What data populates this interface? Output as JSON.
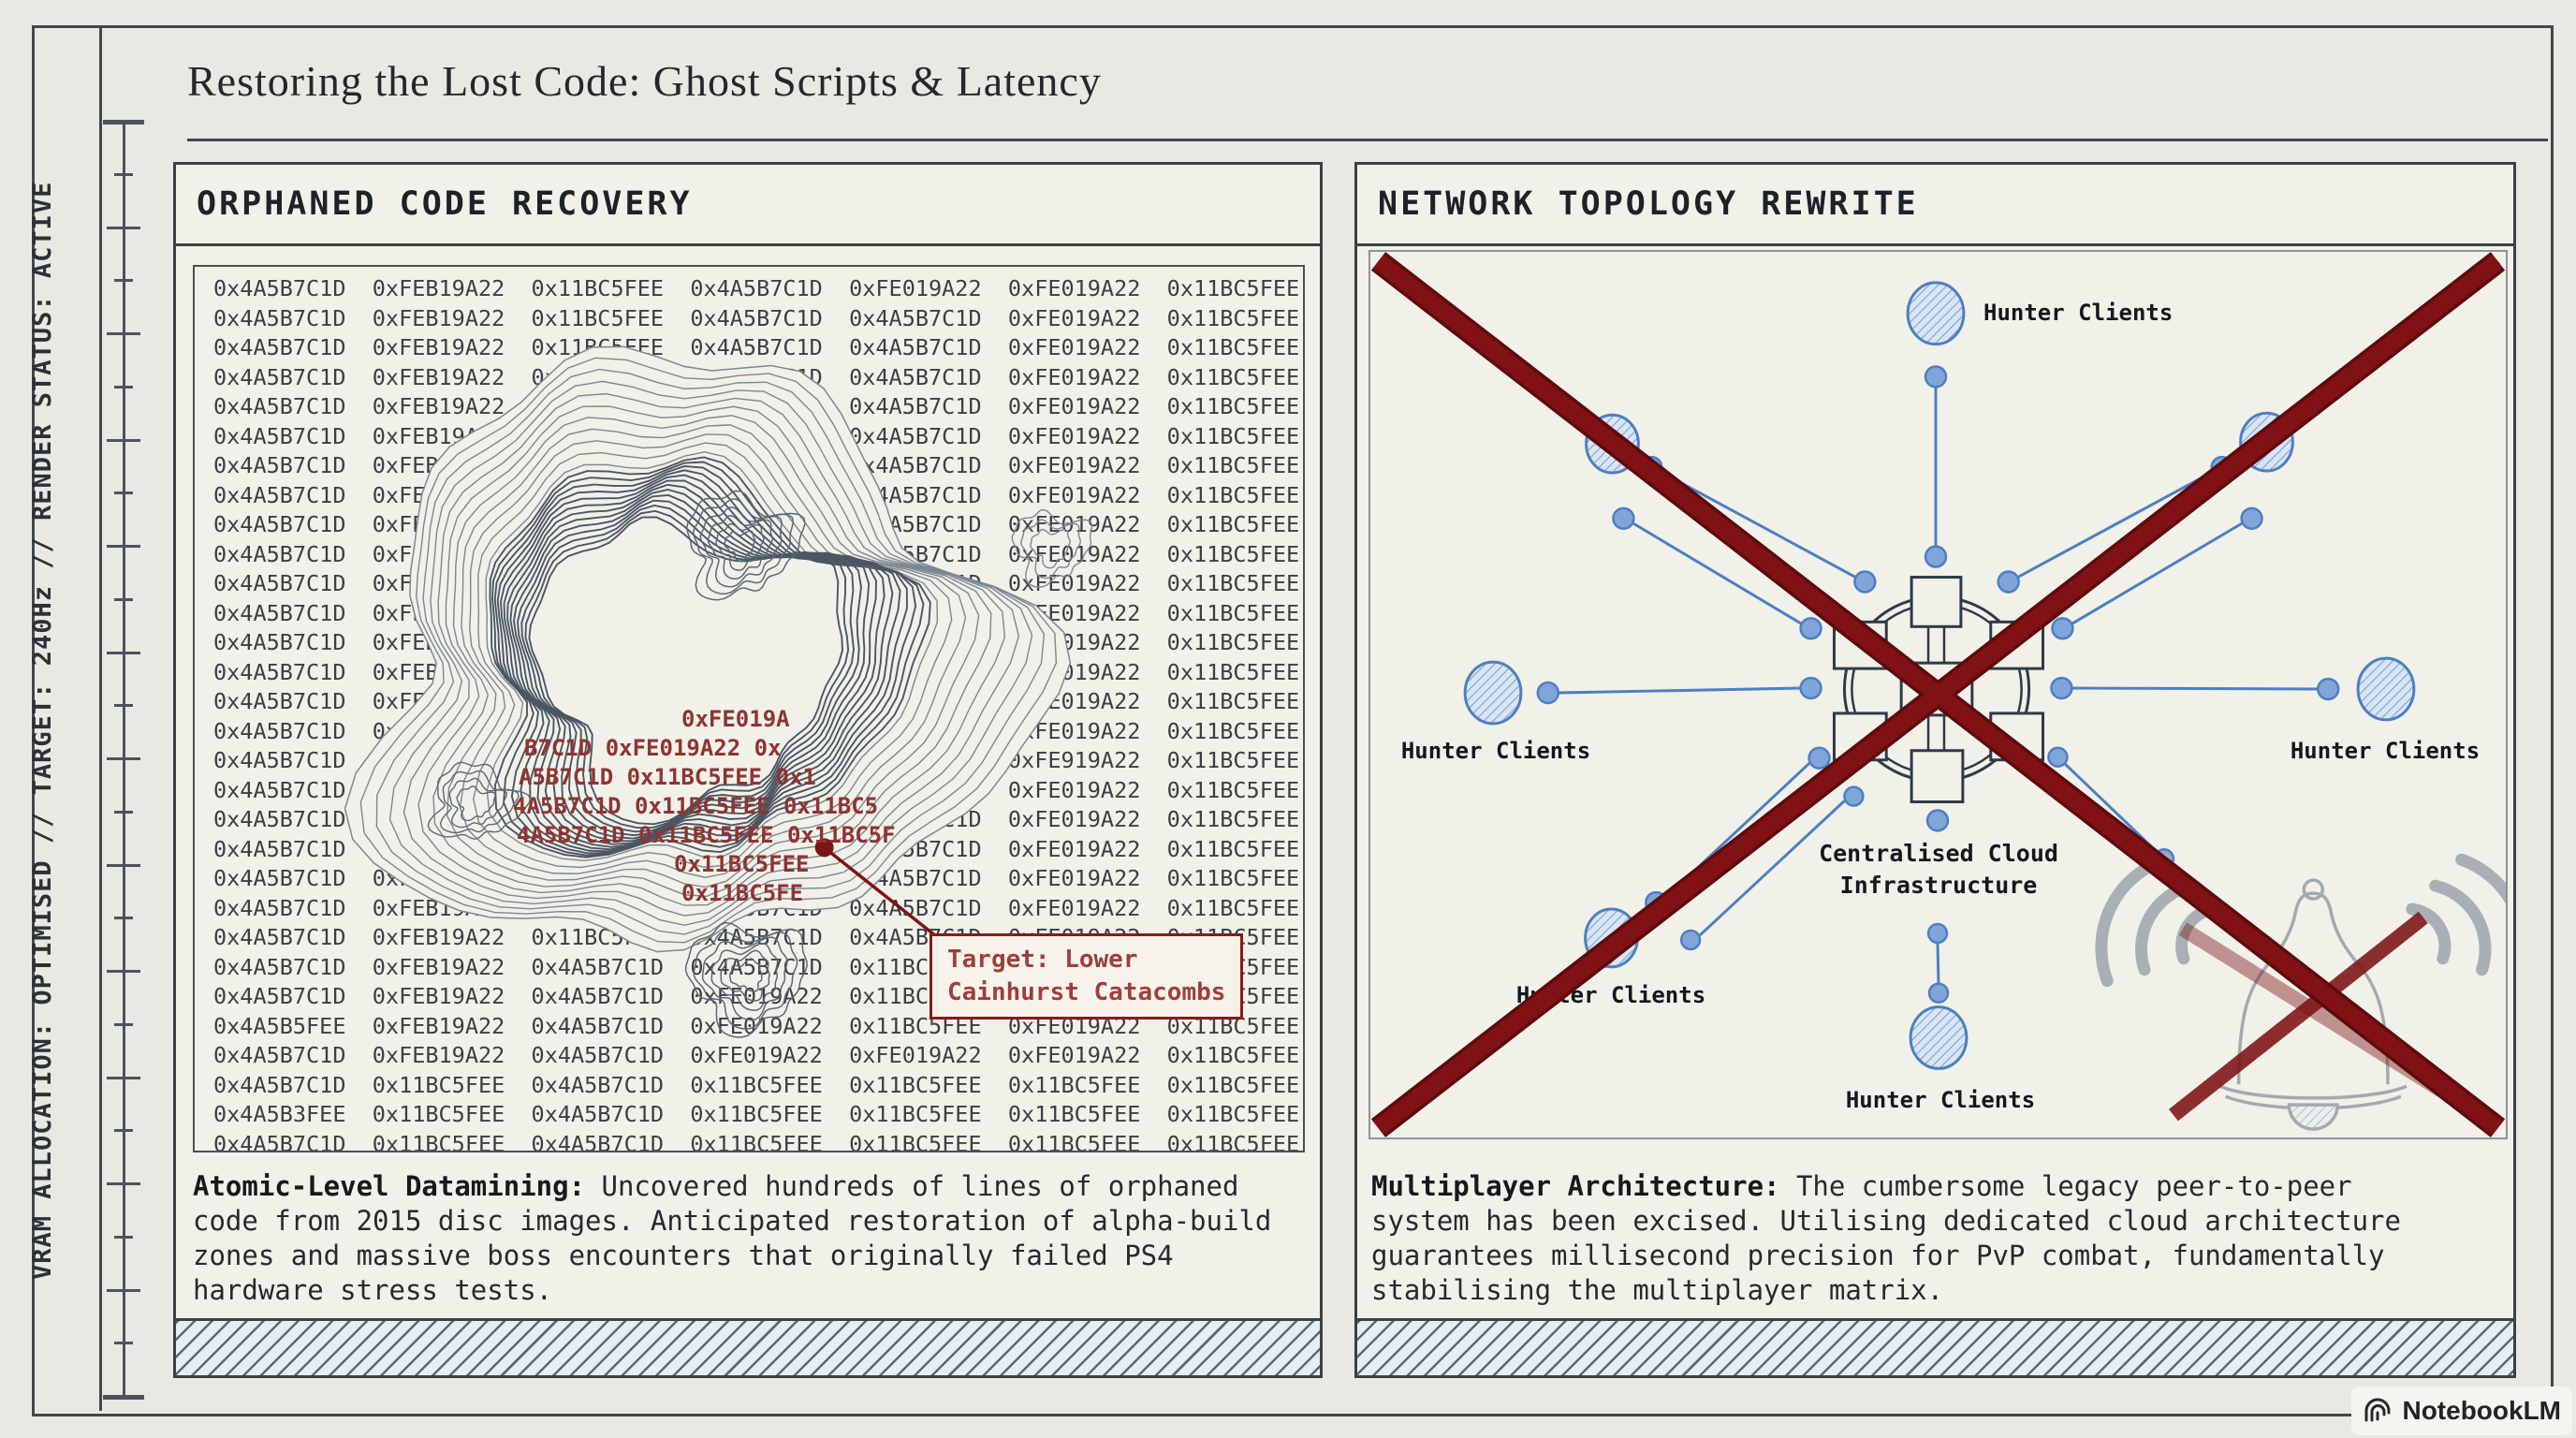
{
  "title": "Restoring the Lost Code: Ghost Scripts & Latency",
  "frame": {
    "vertical_text": "VRAM ALLOCATION: OPTIMISED // TARGET: 240Hz // RENDER STATUS: ACTIVE",
    "brand": "NotebookLM"
  },
  "left_panel": {
    "header": "ORPHANED CODE RECOVERY",
    "hex_rows": [
      "0x4A5B7C1D  0xFEB19A22  0x11BC5FEE  0x4A5B7C1D  0xFE019A22  0xFE019A22  0x11BC5FEE",
      "0x4A5B7C1D  0xFEB19A22  0x11BC5FEE  0x4A5B7C1D  0x4A5B7C1D  0xFE019A22  0x11BC5FEE",
      "0x4A5B7C1D  0xFEB19A22  0x11BC5FEE  0x4A5B7C1D  0x4A5B7C1D  0xFE019A22  0x11BC5FEE",
      "0x4A5B7C1D  0xFEB19A22  0x11BC5FEE  0x4A5B7C1D  0x4A5B7C1D  0xFE019A22  0x11BC5FEE",
      "0x4A5B7C1D  0xFEB19A22  0x11BC5FEE  0x4A5B7C1D  0x4A5B7C1D  0xFE019A22  0x11BC5FEE",
      "0x4A5B7C1D  0xFEB19A22  0x11BC5FEE  0x4A5B7C1D  0x4A5B7C1D  0xFE019A22  0x11BC5FEE",
      "0x4A5B7C1D  0xFEB19A22  0x11BC5FEE  0x4A5B7C1D  0x4A5B7C1D  0xFE019A22  0x11BC5FEE",
      "0x4A5B7C1D  0xFEB19A22  0x11BC5FEE  0x4A5B7C1D  0x4A5B7C1D  0xFE019A22  0x11BC5FEE",
      "0x4A5B7C1D  0xFEB19A22  0x11BC5FEE  0x4A5B7C1D  0x4A5B7C1D  0xFE019A22  0x11BC5FEE",
      "0x4A5B7C1D  0xFEB19A22  0x11BC5FEE  0x4A5B7C1D  0x4A5B7C1D  0xFE019A22  0x11BC5FEE",
      "0x4A5B7C1D  0xFEB19A22  0x11BC5FEE  0x4A5B7C1D  0x4A5B7C1D  0xFE019A22  0x11BC5FEE",
      "0x4A5B7C1D  0xFEB19A22  0x11BC5FEE  0x4A5B7C1D  0x4A5B7C1D  0xFE019A22  0x11BC5FEE",
      "0x4A5B7C1D  0xFEB19A22  0x11BC5FEE  0x4A5B7C1D  0x4A5B7C1D  0xFE019A22  0x11BC5FEE",
      "0x4A5B7C1D  0xFEB19A22  0x11BC5FEE  0x4A5B7C1D  0x4A5B7C1D  0xFE019A22  0x11BC5FEE",
      "0x4A5B7C1D  0xFEB19A22  0x11BC5FEE  0x4A5B7C1D  0x4A5B7C1D  0xFE019A22  0x11BC5FEE",
      "0x4A5B7C1D  0xFEB19A22  0x11BC5FEE  0x4A5B7C1D  0x4A5B7C1D  0xFE019A22  0x11BC5FEE",
      "0x4A5B7C1D  0xFEB19A22  0x11BC5FEE  0x4A5B7C1D  0x4A5B7C1D  0xFE919A22  0x11BC5FEE",
      "0x4A5B7C1D  0xFEB19A22  0x11BC5FEE  0x4A5B7C1D  0x4A5B7C1D  0xFE019A22  0x11BC5FEE",
      "0x4A5B7C1D  0xFEB19A22  0x11BC5FEE  0x4A5B7C1D  0x4A5B7C1D  0xFE019A22  0x11BC5FEE",
      "0x4A5B7C1D  0xFEB19A22  0x11BC5FEE  0x4A5B7C1D  0x4A5B7C1D  0xFE019A22  0x11BC5FEE",
      "0x4A5B7C1D  0xFEB19A22  0x11BC5FEE  0x4A5B7C1D  0x4A5B7C1D  0xFE019A22  0x11BC5FEE",
      "0x4A5B7C1D  0xFEB19A22  0x11BC5FEE  0x4A5B7C1D  0x4A5B7C1D  0xFE019A22  0x11BC5FEE",
      "0x4A5B7C1D  0xFEB19A22  0x11BC5FEE  0x4A5B7C1D  0x4A5B7C1D  0xFE019A22  0x11BC5FEE",
      "0x4A5B7C1D  0xFEB19A22  0x4A5B7C1D  0x4A5B7C1D  0x11BC5FEE  0xFE019A22  0x11BC5FEE",
      "0x4A5B7C1D  0xFEB19A22  0x4A5B7C1D  0xFE019A22  0x11BC5FEE  0xFE019A22  0x11BC5FEE",
      "0x4A5B5FEE  0xFEB19A22  0x4A5B7C1D  0xFE019A22  0x11BC5FEE  0xFE019A22  0x11BC5FEE",
      "0x4A5B7C1D  0xFEB19A22  0x4A5B7C1D  0xFE019A22  0xFE019A22  0xFE019A22  0x11BC5FEE",
      "0x4A5B7C1D  0x11BC5FEE  0x4A5B7C1D  0x11BC5FEE  0x11BC5FEE  0x11BC5FEE  0x11BC5FEE",
      "0x4A5B3FEE  0x11BC5FEE  0x4A5B7C1D  0x11BC5FEE  0x11BC5FEE  0x11BC5FEE  0x11BC5FEE",
      "0x4A5B7C1D  0x11BC5FEE  0x4A5B7C1D  0x11BC5FEE  0x11BC5FEE  0x11BC5FEE  0x11BC5FEE"
    ],
    "map": {
      "red_lines": [
        "0xFE019A",
        "B7C1D 0xFE019A22 0x",
        "A5B7C1D 0x11BC5FEE 0x1",
        "4A5B7C1D 0x11BC5FEE 0x11BC5",
        "4A5B7C1D 0x11BC5FEE 0x11BC5F",
        "0x11BC5FEE",
        "0x11BC5FE"
      ],
      "callout_line1": "Target: Lower",
      "callout_line2": "Cainhurst Catacombs"
    },
    "caption_lead": "Atomic-Level Datamining:",
    "caption_body": " Uncovered hundreds of lines of orphaned code from 2015 disc images. Anticipated restoration of alpha-build zones and massive boss encounters that originally failed PS4 hardware stress tests."
  },
  "right_panel": {
    "header": "NETWORK TOPOLOGY REWRITE",
    "labels": {
      "top": "Hunter Clients",
      "left": "Hunter Clients",
      "right": "Hunter Clients",
      "bottom_left": "Hunter Clients",
      "bottom": "Hunter Clients",
      "hub_line1": "Centralised Cloud",
      "hub_line2": "Infrastructure"
    },
    "caption_lead": "Multiplayer Architecture:",
    "caption_body": " The cumbersome legacy peer-to-peer system has been excised. Utilising dedicated cloud architecture guarantees millisecond precision for PvP combat, fundamentally stabilising the multiplayer matrix."
  },
  "colors": {
    "page_bg": "#e9e8e2",
    "panel_bg": "#f1f0e9",
    "frame_dark": "#3a4045",
    "red_cross": "#7c1113",
    "callout_red": "#8b1a1a",
    "blue_line": "#4d7fc0",
    "node_fill": "#d6e3f2",
    "contour": "#4b5663",
    "hatch_line": "#5b6975"
  }
}
